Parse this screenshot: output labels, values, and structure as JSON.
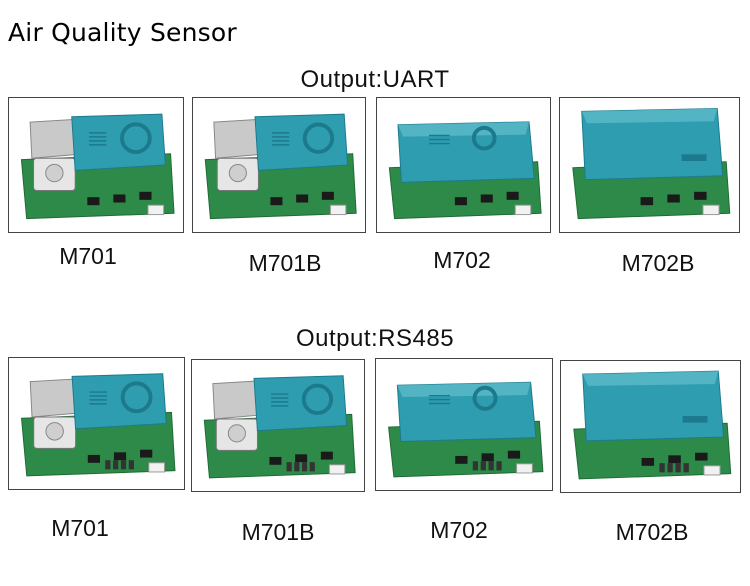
{
  "page": {
    "title": "Air Quality Sensor"
  },
  "sections": [
    {
      "heading": "Output:UART",
      "products": [
        {
          "model": "M701",
          "variant": "fan-shield",
          "has_switch": false
        },
        {
          "model": "M701B",
          "variant": "fan-shield-b",
          "has_switch": false
        },
        {
          "model": "M702",
          "variant": "box-wide",
          "has_switch": false
        },
        {
          "model": "M702B",
          "variant": "box-tall",
          "has_switch": false
        }
      ]
    },
    {
      "heading": "Output:RS485",
      "products": [
        {
          "model": "M701",
          "variant": "fan-shield",
          "has_switch": true
        },
        {
          "model": "M701B",
          "variant": "fan-shield-b",
          "has_switch": true
        },
        {
          "model": "M702",
          "variant": "box-wide",
          "has_switch": true
        },
        {
          "model": "M702B",
          "variant": "box-tall",
          "has_switch": true
        }
      ]
    }
  ],
  "colors": {
    "pcb_green": "#2e8a48",
    "pcb_green_dark": "#1f6b35",
    "housing_teal": "#2f9db0",
    "housing_teal_dark": "#1d7a8c",
    "metal_shield": "#c9c9c9",
    "sensor_white": "#e6e6e6",
    "chip_black": "#1a1a1a",
    "connector_white": "#f1f1f1"
  }
}
